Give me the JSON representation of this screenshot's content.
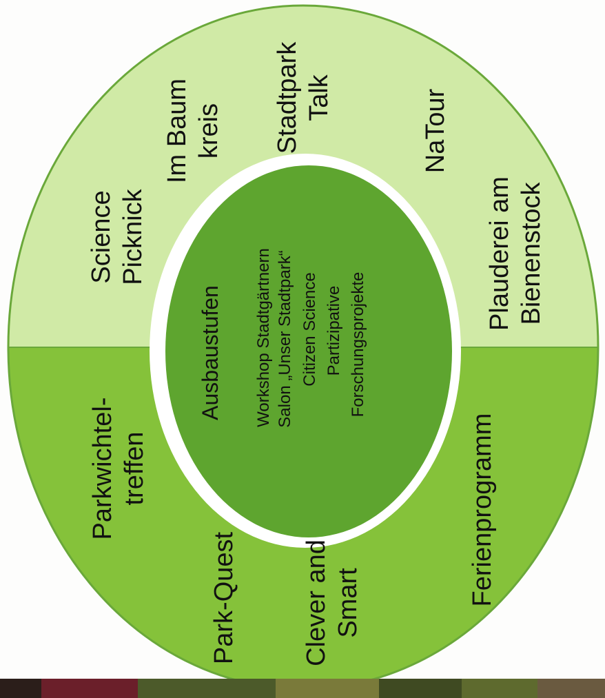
{
  "diagram": {
    "colors": {
      "outer_top": "#d0eaa6",
      "outer_bottom": "#85c23a",
      "center": "#5ea52f",
      "ring_gap": "#ffffff",
      "outline": "#6aa83a"
    },
    "outer_top_items": [
      {
        "id": "science-picknick",
        "lines": [
          "Science",
          "Picknick"
        ]
      },
      {
        "id": "im-baumkreis",
        "lines": [
          "Im Baum",
          "kreis"
        ]
      },
      {
        "id": "stadtpark-talk",
        "lines": [
          "Stadtpark",
          "Talk"
        ]
      },
      {
        "id": "natour",
        "lines": [
          "NaTour"
        ]
      },
      {
        "id": "plauderei-am-bienenstock",
        "lines": [
          "Plauderei am",
          "Bienenstock"
        ]
      }
    ],
    "outer_bottom_items": [
      {
        "id": "parkwichteltreffen",
        "lines": [
          "Parkwichtel-",
          "treffen"
        ]
      },
      {
        "id": "park-quest",
        "lines": [
          "Park-Quest"
        ]
      },
      {
        "id": "clever-and-smart",
        "lines": [
          "Clever and",
          "Smart"
        ]
      },
      {
        "id": "ferienprogramm",
        "lines": [
          "Ferienprogramm"
        ]
      }
    ],
    "center": {
      "title": "Ausbaustufen",
      "items": [
        "Workshop Stadtgärtnern",
        "Salon „Unser Stadtpark“",
        "Citizen Science",
        "Partizipative",
        "Forschungsprojekte"
      ]
    }
  },
  "photo_strip": {
    "colors": [
      "#2b1e1a",
      "#6b1f2a",
      "#4c5a2a",
      "#7a7a3a",
      "#3f4a22",
      "#5e6a2e",
      "#6a5a40"
    ]
  }
}
